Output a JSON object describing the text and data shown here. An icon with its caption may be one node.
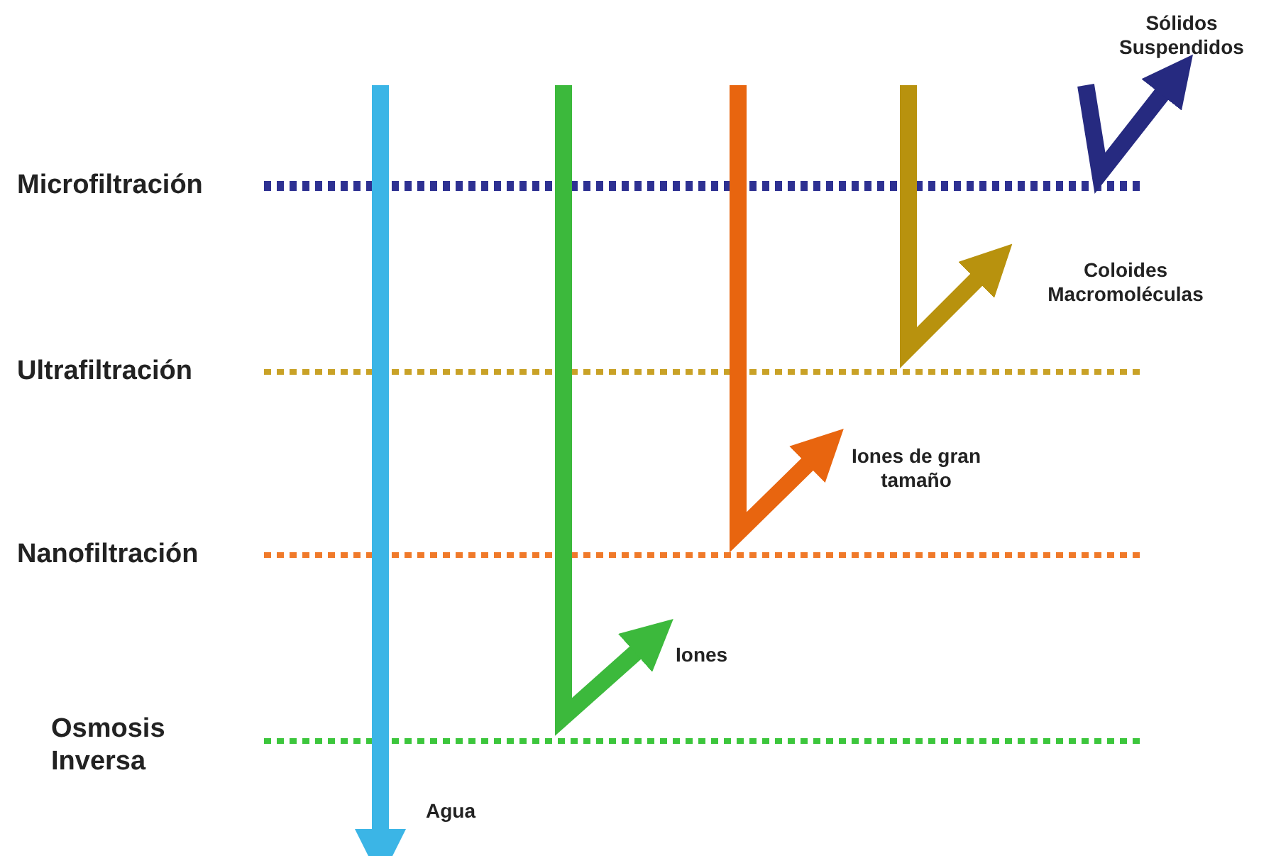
{
  "diagram": {
    "labels": [
      "Sólidos Suspendidos",
      "Microfiltración",
      "Coloides Macromoléculas",
      "Ultrafiltración",
      "Iones de gran tamaño",
      "Nanofiltración",
      "Iones",
      "Osmosis Inversa",
      "Agua"
    ]
  }
}
